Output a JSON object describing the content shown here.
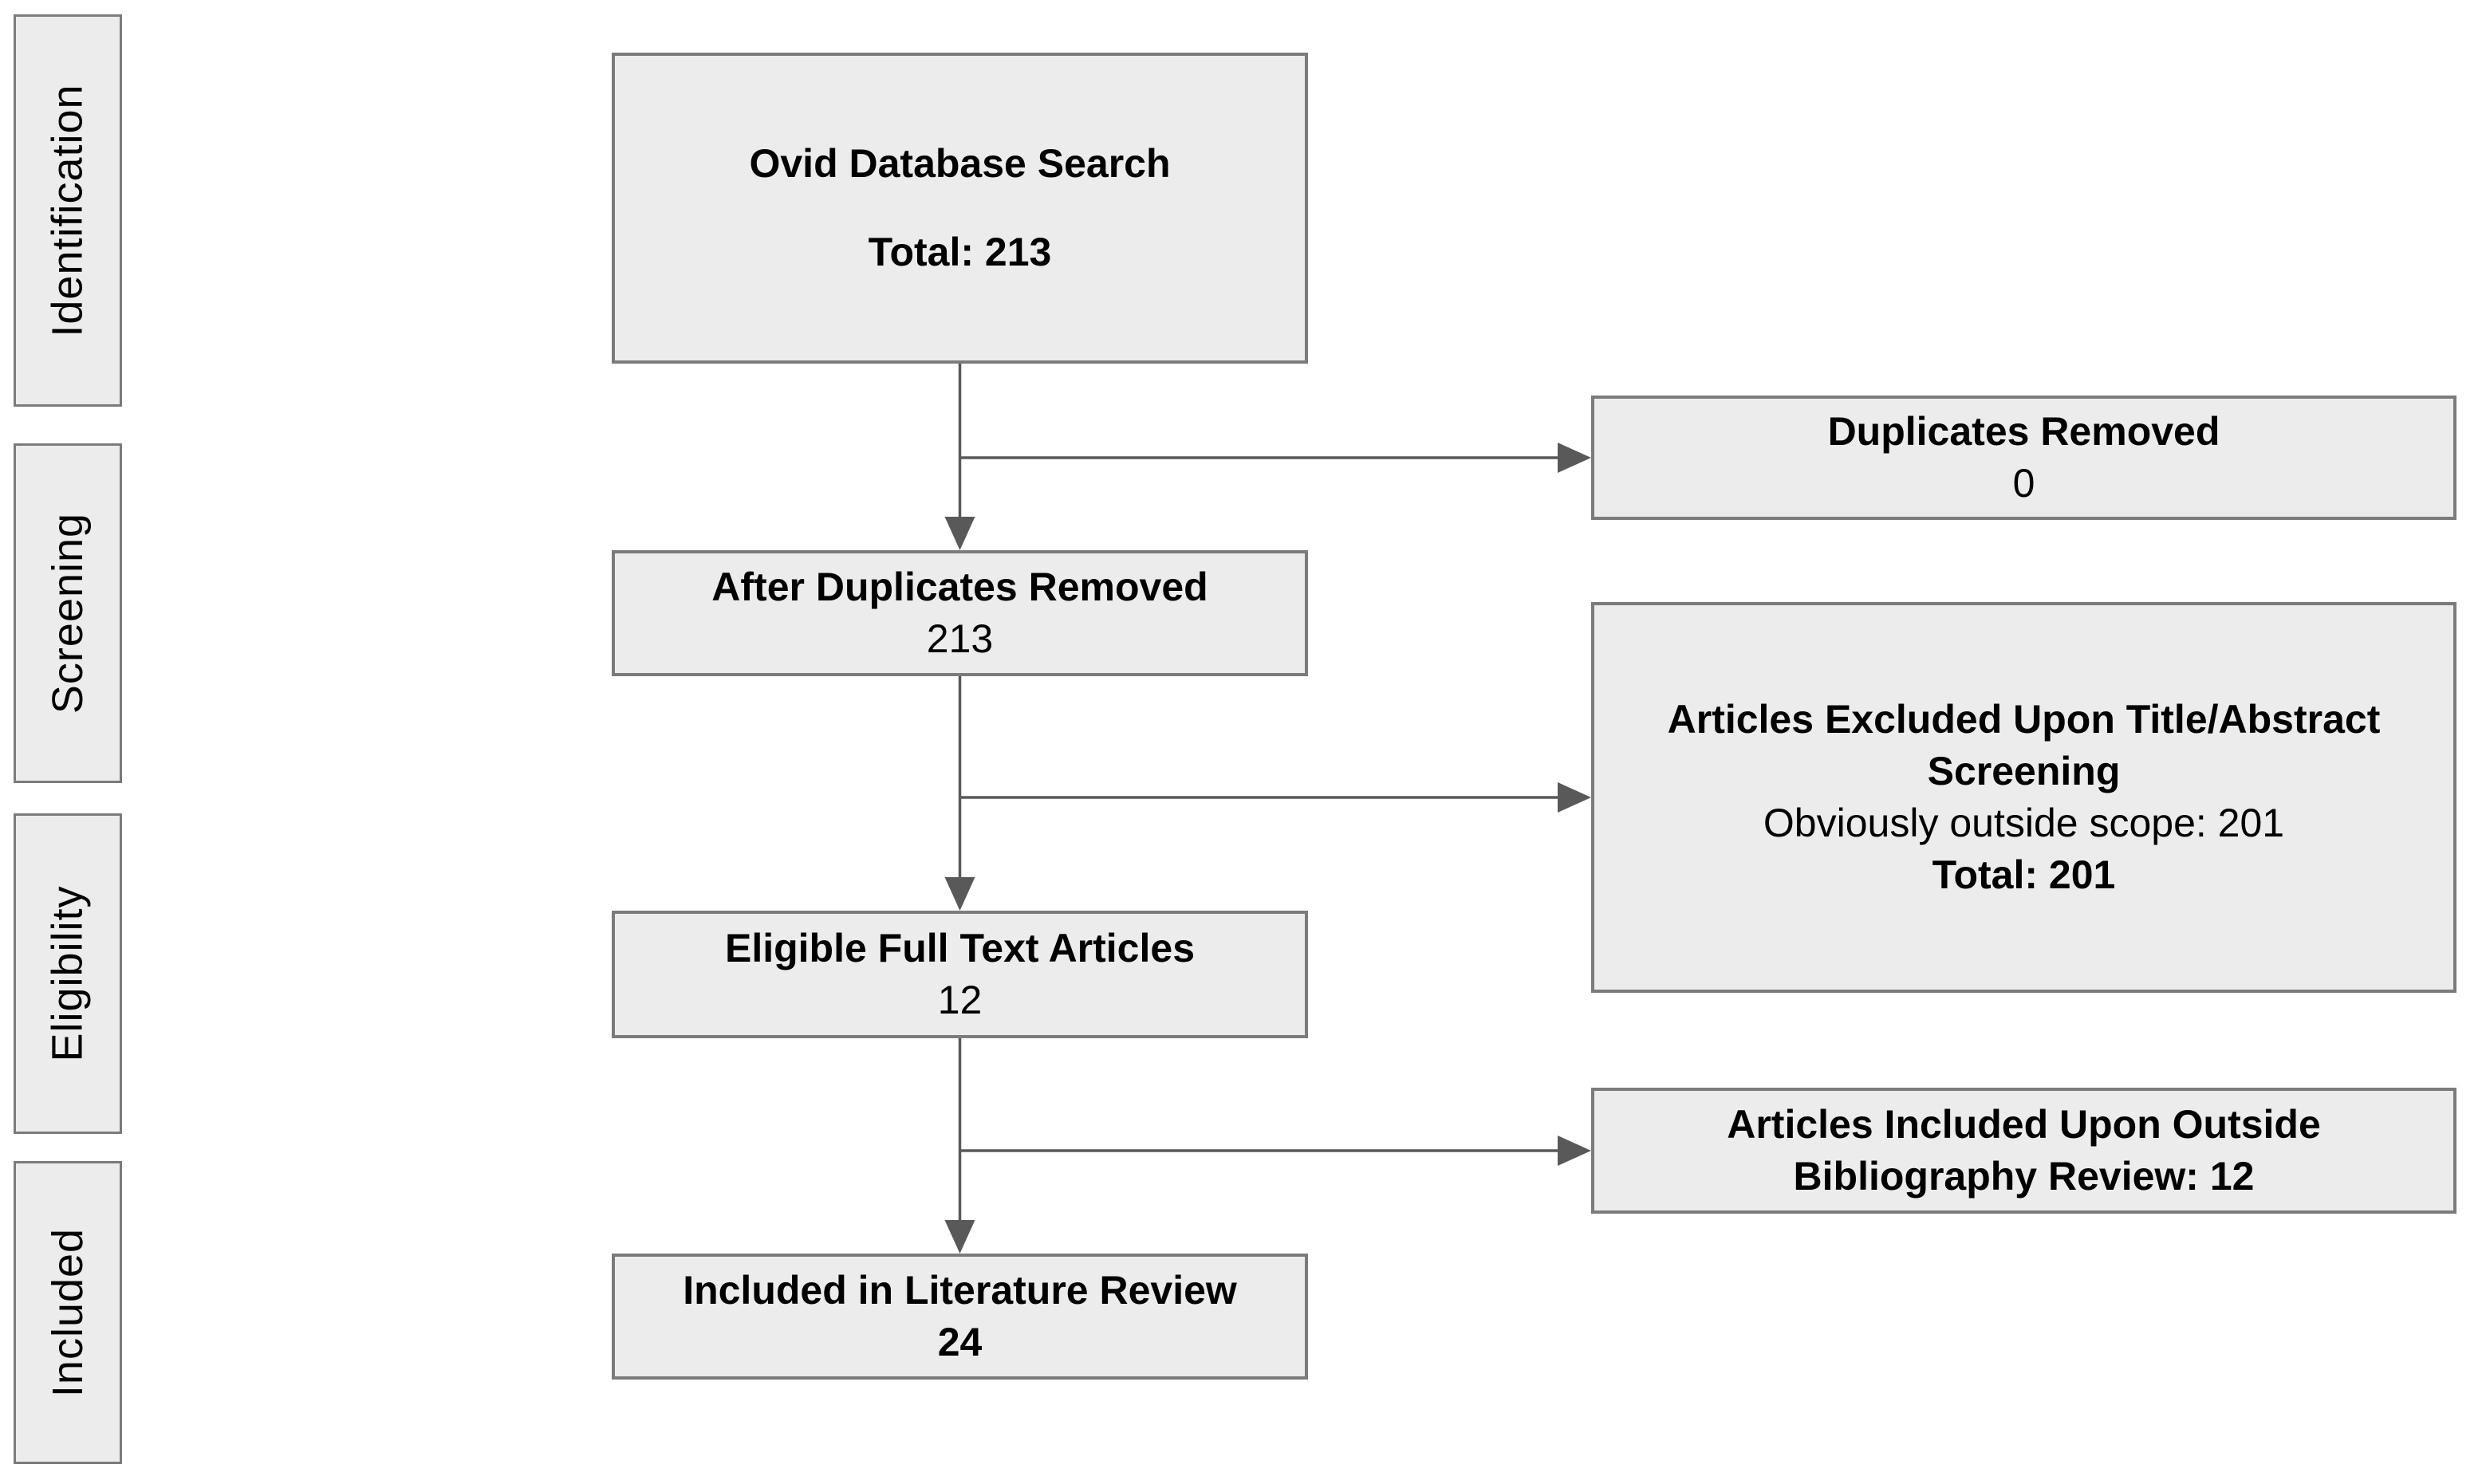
{
  "colors": {
    "background": "#ffffff",
    "box_fill": "#ececec",
    "box_border": "#7b7b7b",
    "connector": "#595959",
    "text": "#000000"
  },
  "sidebar": {
    "stages": [
      {
        "label": "Identification"
      },
      {
        "label": "Screening"
      },
      {
        "label": "Eligibility"
      },
      {
        "label": "Included"
      }
    ]
  },
  "flow": {
    "source": {
      "title": "Ovid Database Search",
      "total": "Total: 213"
    },
    "after_duplicates": {
      "title": "After Duplicates Removed",
      "count": "213"
    },
    "eligible": {
      "title": "Eligible Full Text Articles",
      "count": "12"
    },
    "included": {
      "title": "Included in Literature Review",
      "count": "24"
    }
  },
  "side_outcomes": {
    "duplicates": {
      "title": "Duplicates Removed",
      "count": "0"
    },
    "excluded": {
      "title_line1": "Articles Excluded Upon Title/Abstract",
      "title_line2": "Screening",
      "detail": "Obviously outside scope: 201",
      "total": "Total: 201"
    },
    "bibliography": {
      "line1": "Articles Included Upon Outside",
      "line2": "Bibliography Review: 12"
    }
  }
}
